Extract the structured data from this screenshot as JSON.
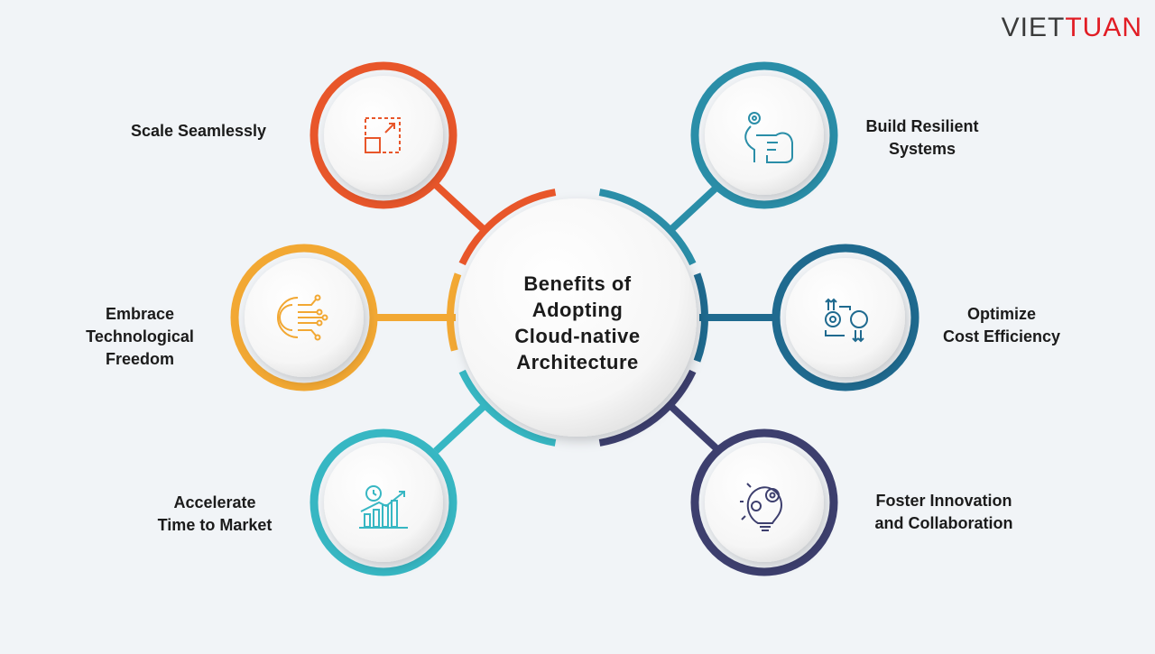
{
  "brand": {
    "part1": "VIET",
    "part2": "TUAN"
  },
  "center": {
    "title": "Benefits of\nAdopting\nCloud-native\nArchitecture"
  },
  "benefits": [
    {
      "label": "Scale Seamlessly",
      "color": "#e8562a",
      "icon": "scale-icon"
    },
    {
      "label": "Embrace\nTechnological\nFreedom",
      "color": "#f2a833",
      "icon": "chip-gear-icon"
    },
    {
      "label": "Accelerate\nTime to Market",
      "color": "#37b7c3",
      "icon": "growth-chart-icon"
    },
    {
      "label": "Build Resilient\nSystems",
      "color": "#2a8ea8",
      "icon": "hand-gear-icon"
    },
    {
      "label": "Optimize\nCost Efficiency",
      "color": "#1f6a8f",
      "icon": "cost-gear-icon"
    },
    {
      "label": "Foster Innovation\nand Collaboration",
      "color": "#3d3f6e",
      "icon": "lightbulb-gear-icon"
    }
  ]
}
